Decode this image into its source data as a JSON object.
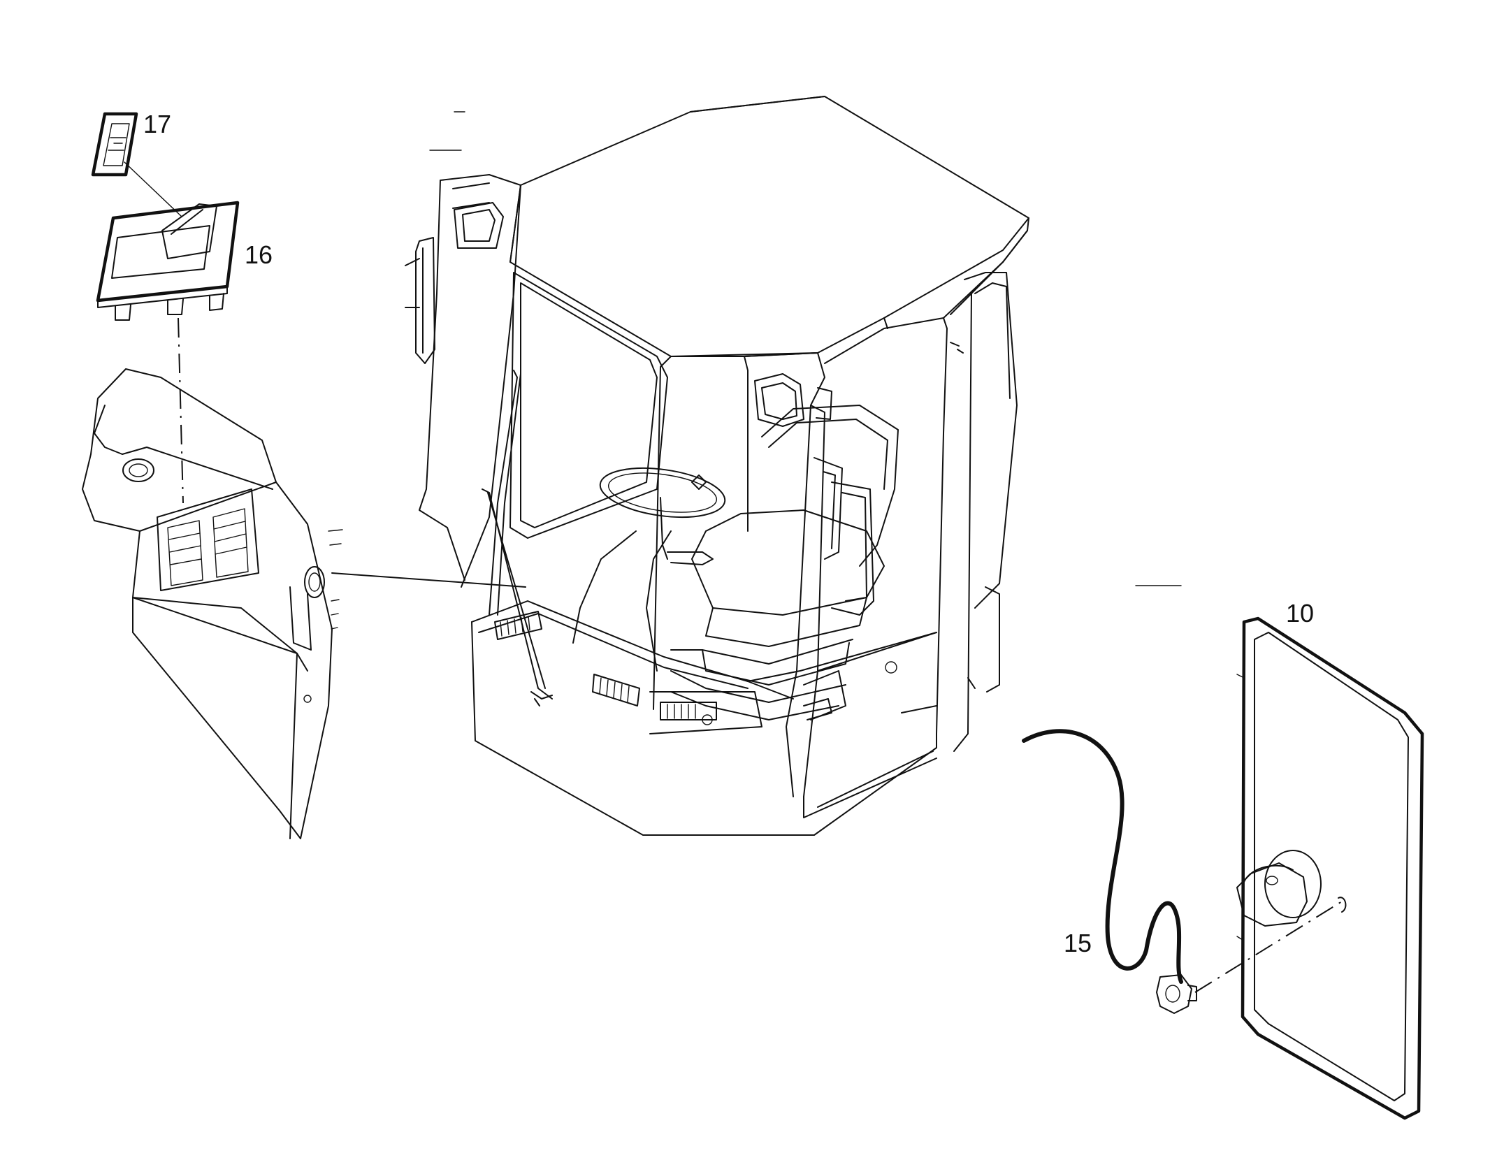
{
  "callouts": [
    {
      "id": "17",
      "text": "17"
    },
    {
      "id": "16",
      "text": "16"
    },
    {
      "id": "10",
      "text": "10"
    },
    {
      "id": "15",
      "text": "15"
    }
  ],
  "colors": {
    "line": "#111111",
    "background": "#ffffff"
  }
}
